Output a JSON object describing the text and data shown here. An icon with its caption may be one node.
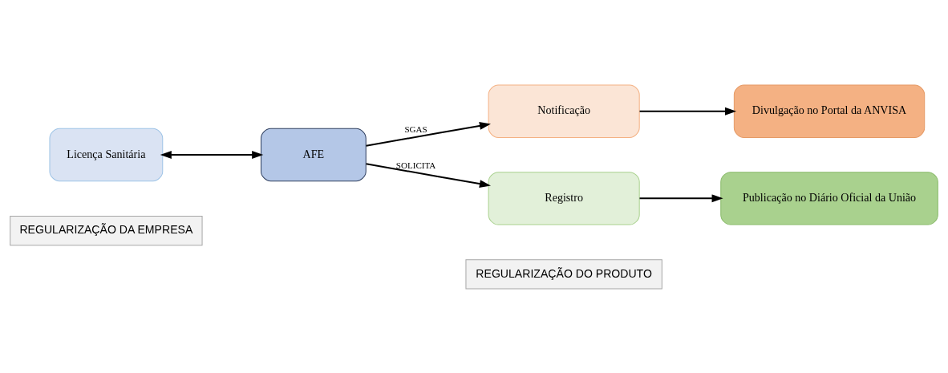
{
  "diagram": {
    "nodes": [
      {
        "text": [
          "REGULARIZAÇÃO DA EMPRESA"
        ]
      },
      {
        "text": [
          "REGULARIZAÇÃO DO PRODUTO"
        ]
      },
      {
        "text": [
          "Licença Sanitária"
        ]
      },
      {
        "text": [
          "AFE"
        ]
      },
      {
        "text": [
          "Notificação"
        ]
      },
      {
        "text": [
          "Divulgação no Portal da ANVISA"
        ]
      },
      {
        "text": [
          "Registro"
        ]
      },
      {
        "text": [
          "Publicação no Diário Oficial da União"
        ]
      }
    ],
    "edges": [
      {
        "from": 2,
        "to": 3,
        "arrow": "both"
      },
      {
        "from": 3,
        "to": 4,
        "arrow": "to",
        "label": "SGAS"
      },
      {
        "from": 3,
        "to": 6,
        "arrow": "to",
        "label": "SOLICITA"
      },
      {
        "from": 4,
        "to": 5,
        "arrow": "to"
      },
      {
        "from": 6,
        "to": 7,
        "arrow": "to"
      }
    ]
  }
}
